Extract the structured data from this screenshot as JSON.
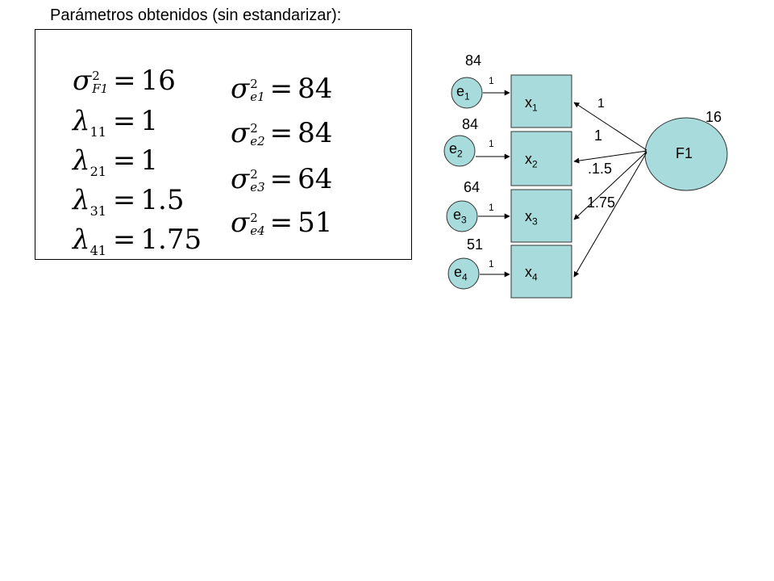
{
  "title": "Parámetros obtenidos (sin estandarizar):",
  "params": {
    "sigma_f1": {
      "sup": "2",
      "sub": "F1",
      "value": "16"
    },
    "lambda": [
      {
        "sub": "11",
        "value": "1"
      },
      {
        "sub": "21",
        "value": "1"
      },
      {
        "sub": "31",
        "value": "1.5"
      },
      {
        "sub": "41",
        "value": "1.75"
      }
    ],
    "sigma_e": [
      {
        "sup": "2",
        "sub": "e1",
        "value": "84"
      },
      {
        "sup": "2",
        "sub": "e2",
        "value": "84"
      },
      {
        "sup": "2",
        "sub": "e3",
        "value": "64"
      },
      {
        "sup": "2",
        "sub": "e4",
        "value": "51"
      }
    ]
  },
  "diagram": {
    "factor": {
      "label": "F1",
      "variance": "16"
    },
    "indicators": [
      {
        "name": "x",
        "sub": "1"
      },
      {
        "name": "x",
        "sub": "2"
      },
      {
        "name": "x",
        "sub": "3"
      },
      {
        "name": "x",
        "sub": "4"
      }
    ],
    "errors": [
      {
        "name": "e",
        "sub": "1",
        "variance": "84",
        "path": "1"
      },
      {
        "name": "e",
        "sub": "2",
        "variance": "84",
        "path": "1"
      },
      {
        "name": "e",
        "sub": "3",
        "variance": "64",
        "path": "1"
      },
      {
        "name": "e",
        "sub": "4",
        "variance": "51",
        "path": "1"
      }
    ],
    "loadings": [
      "1",
      "1",
      ".1.5",
      "1.75"
    ],
    "colors": {
      "fill": "#a8dcdc",
      "stroke": "#333333"
    }
  }
}
